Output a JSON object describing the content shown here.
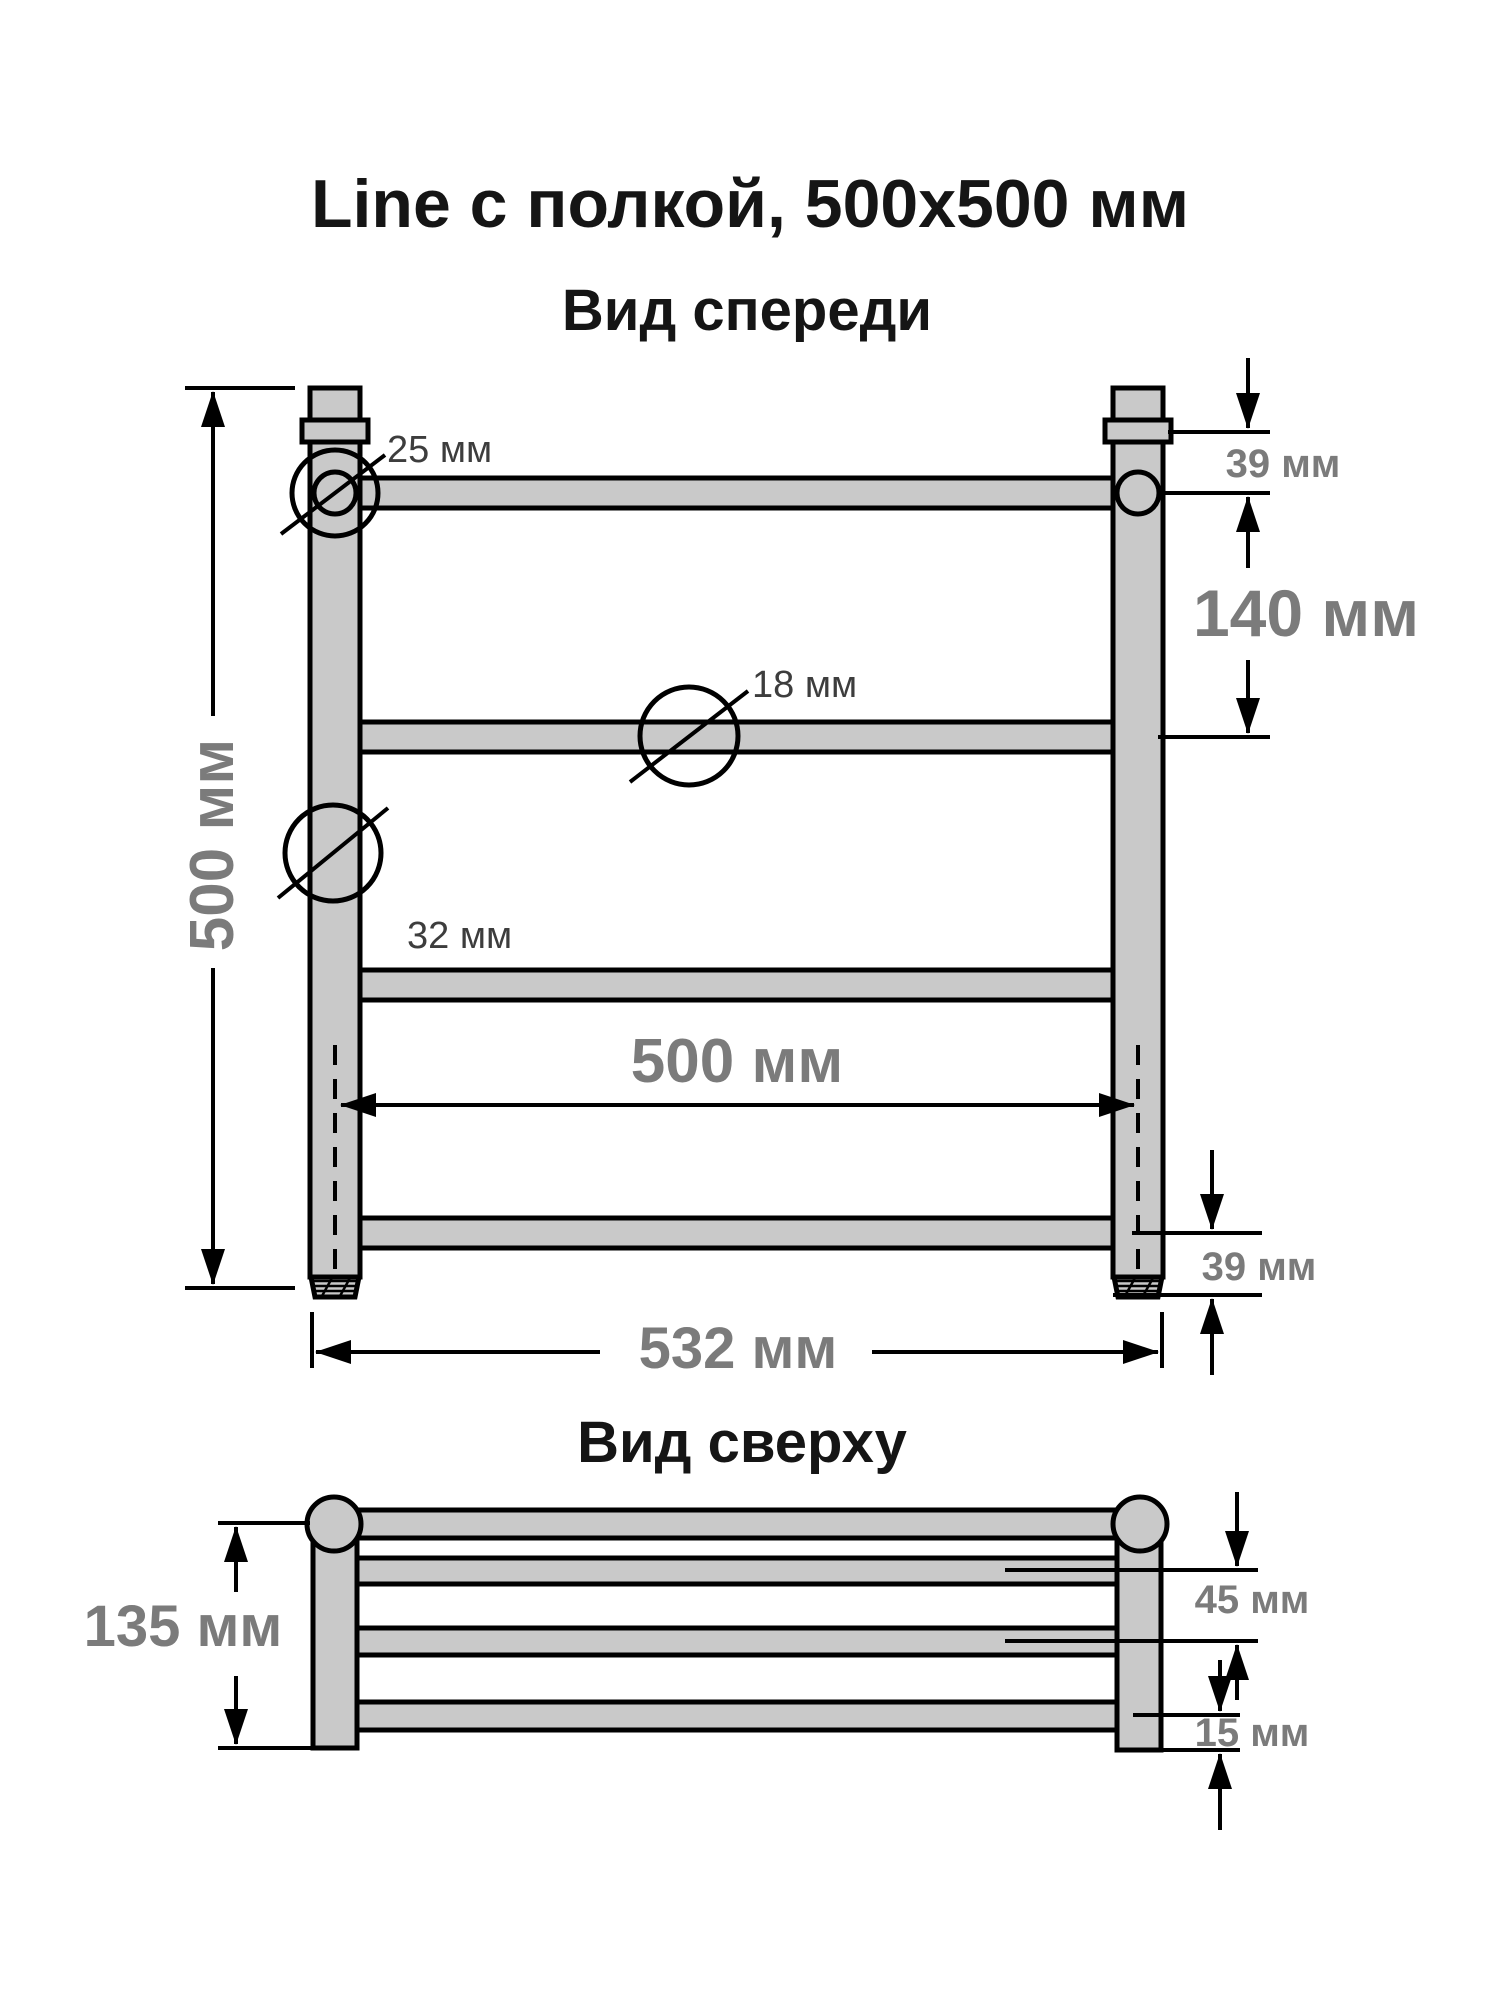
{
  "page": {
    "title": "Line с полкой, 500х500 мм"
  },
  "front_view": {
    "heading": "Вид спереди",
    "callouts": {
      "top_rail_diameter": "25 мм",
      "middle_rail_diameter": "18 мм",
      "post_diameter": "32 мм"
    },
    "dimensions": {
      "total_height": "500 мм",
      "top_offset": "39 мм",
      "rail_spacing": "140 мм",
      "inner_width": "500 мм",
      "bottom_offset": "39 мм",
      "overall_width": "532 мм"
    }
  },
  "top_view": {
    "heading": "Вид сверху",
    "dimensions": {
      "depth": "135 мм",
      "shelf_bar_spacing": "45 мм",
      "bottom_bar_offset": "15 мм"
    }
  },
  "colors": {
    "part_fill": "#c9c9c9",
    "outline": "#000000",
    "dimension_label": "#7b7b7b",
    "callout_label": "#3d3d3d",
    "title_text": "#151515",
    "background": "#ffffff"
  }
}
